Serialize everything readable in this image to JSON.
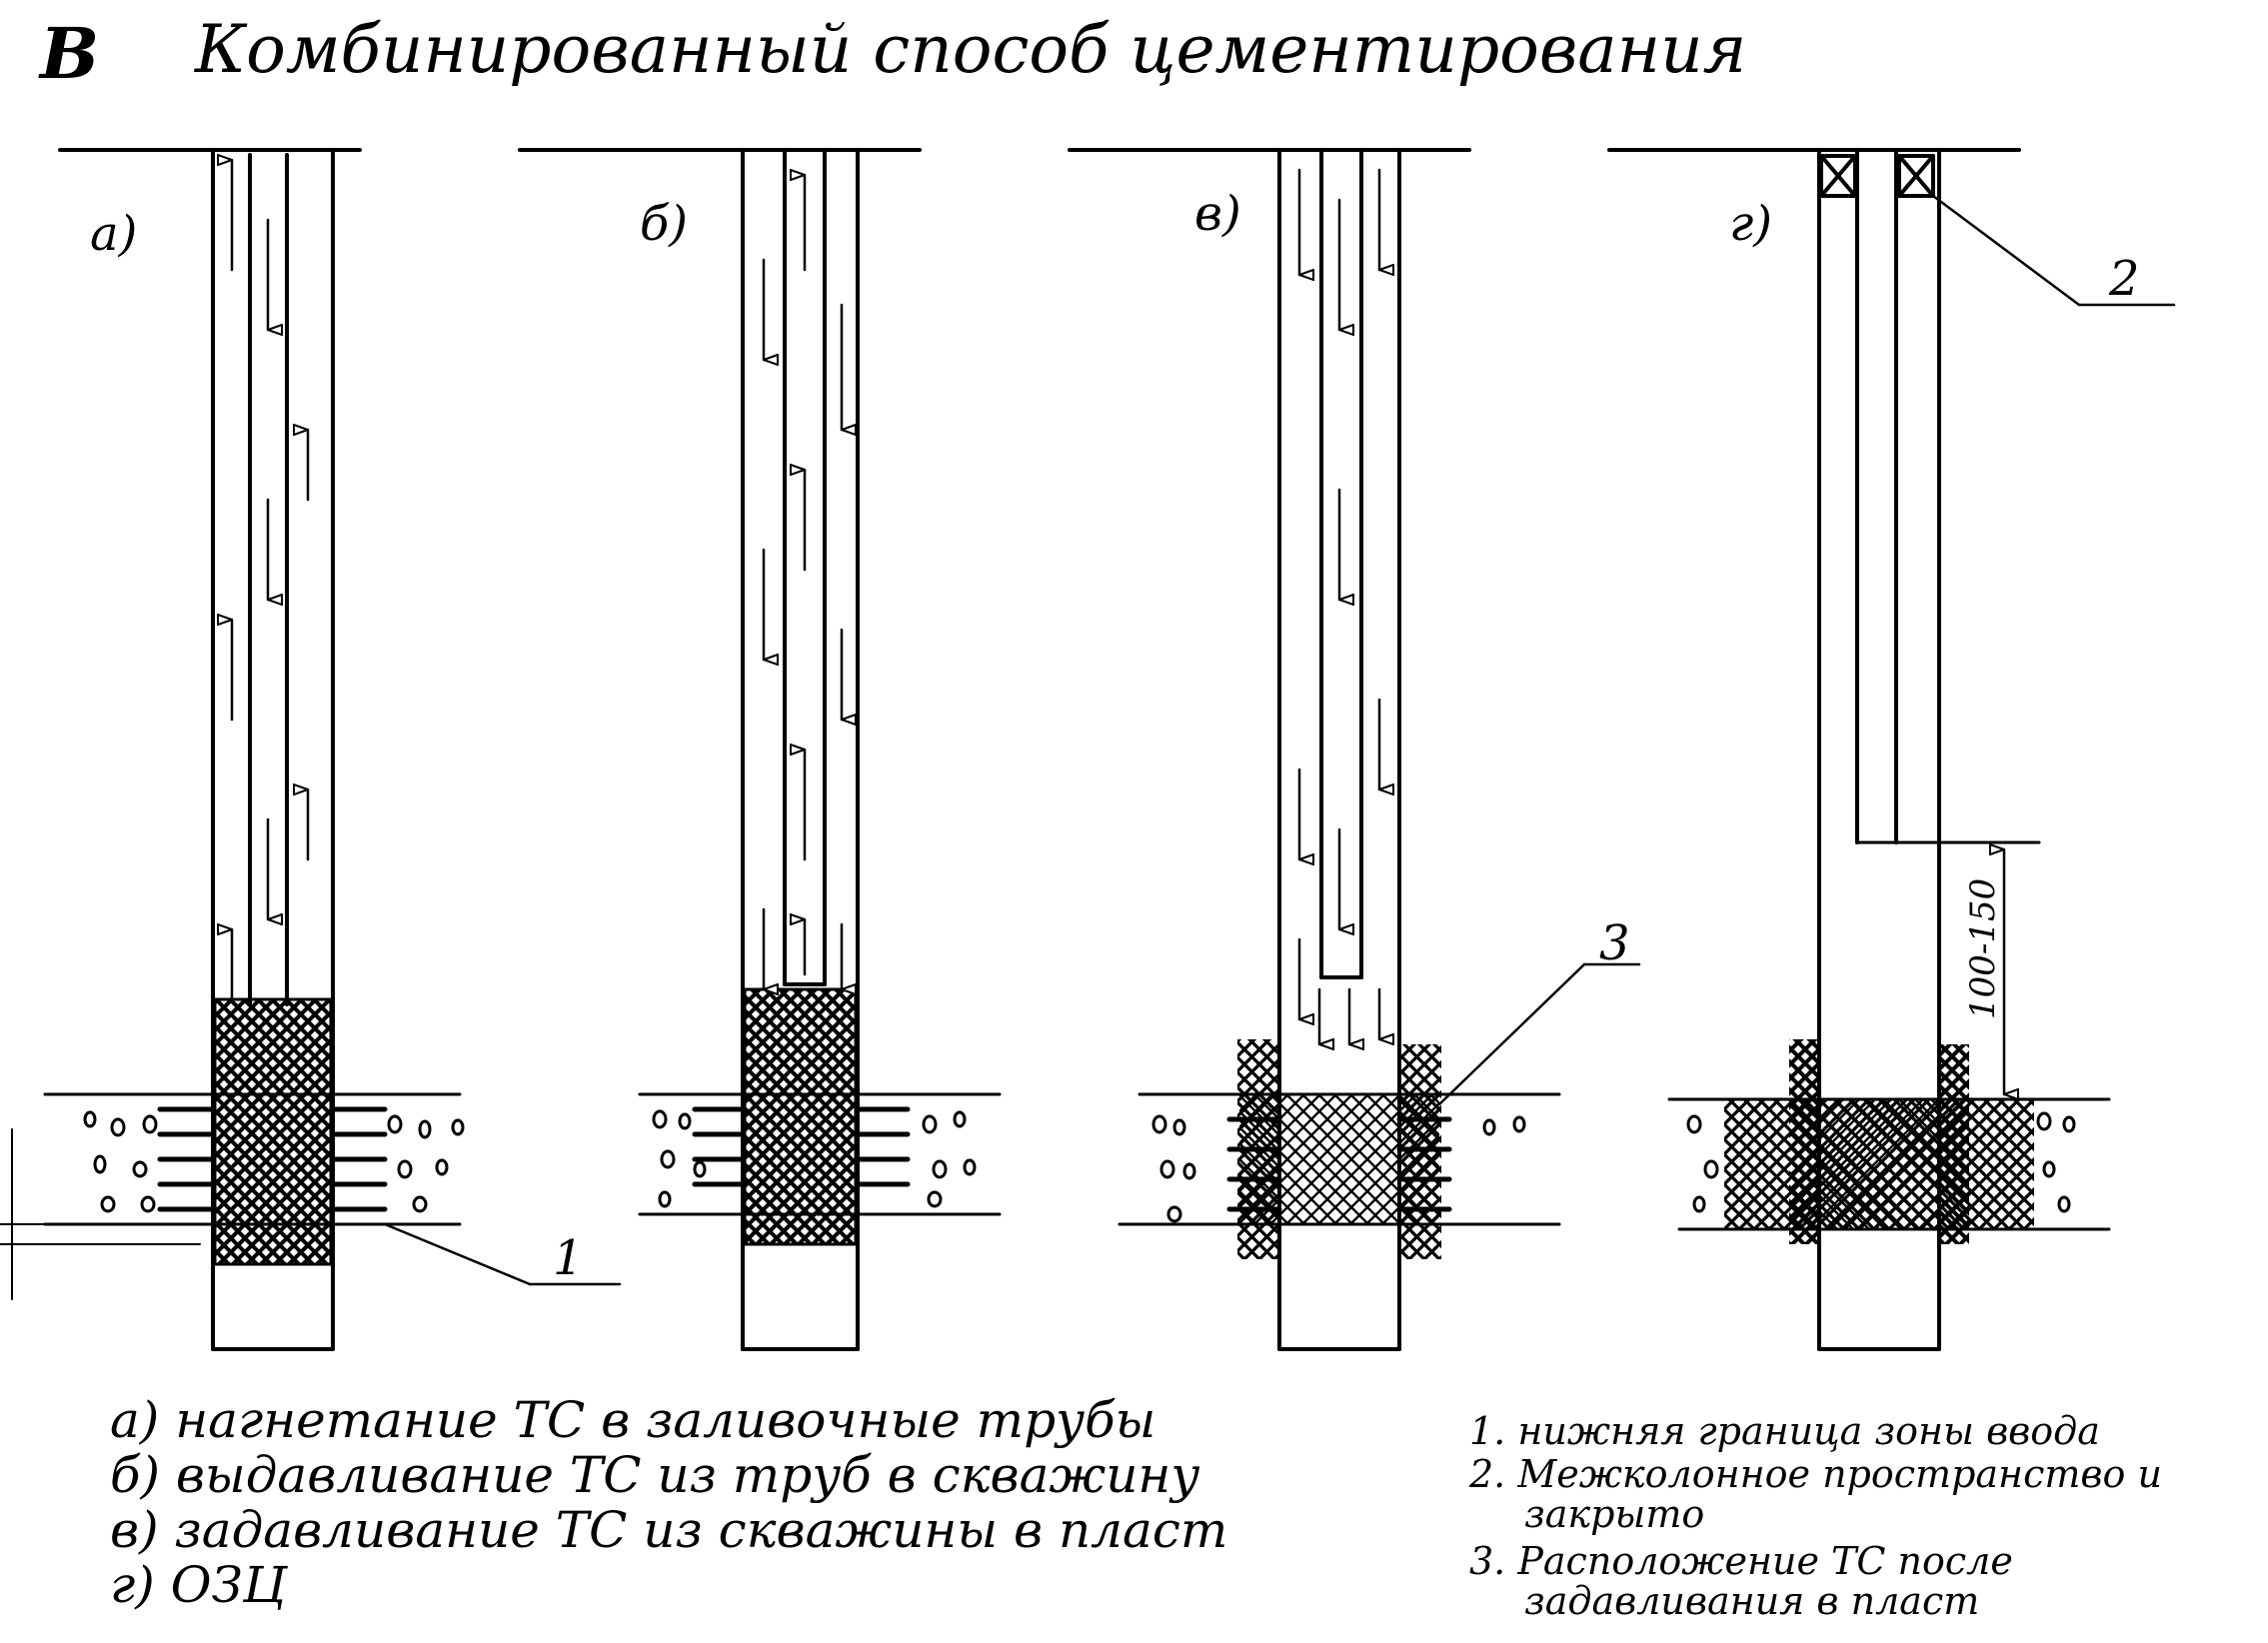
{
  "title": {
    "letter": "В",
    "text": "Комбинированный способ цементирования"
  },
  "stages": [
    {
      "label": "а)"
    },
    {
      "label": "б)"
    },
    {
      "label": "в)"
    },
    {
      "label": "г)"
    }
  ],
  "callouts": {
    "c1": "1",
    "c2": "2",
    "c3": "3",
    "dimension": "100-150"
  },
  "legend_stages": [
    "а) нагнетание ТС в заливочные трубы",
    "б) выдавливание ТС из труб в скважину",
    "в) задавливание ТС из скважины в пласт",
    "г) ОЗЦ"
  ],
  "legend_numbers": [
    "1. нижняя граница зоны ввода",
    "2. Межколонное пространство и",
    "закрыто",
    "3. Расположение ТС после",
    "задавливания в пласт"
  ]
}
